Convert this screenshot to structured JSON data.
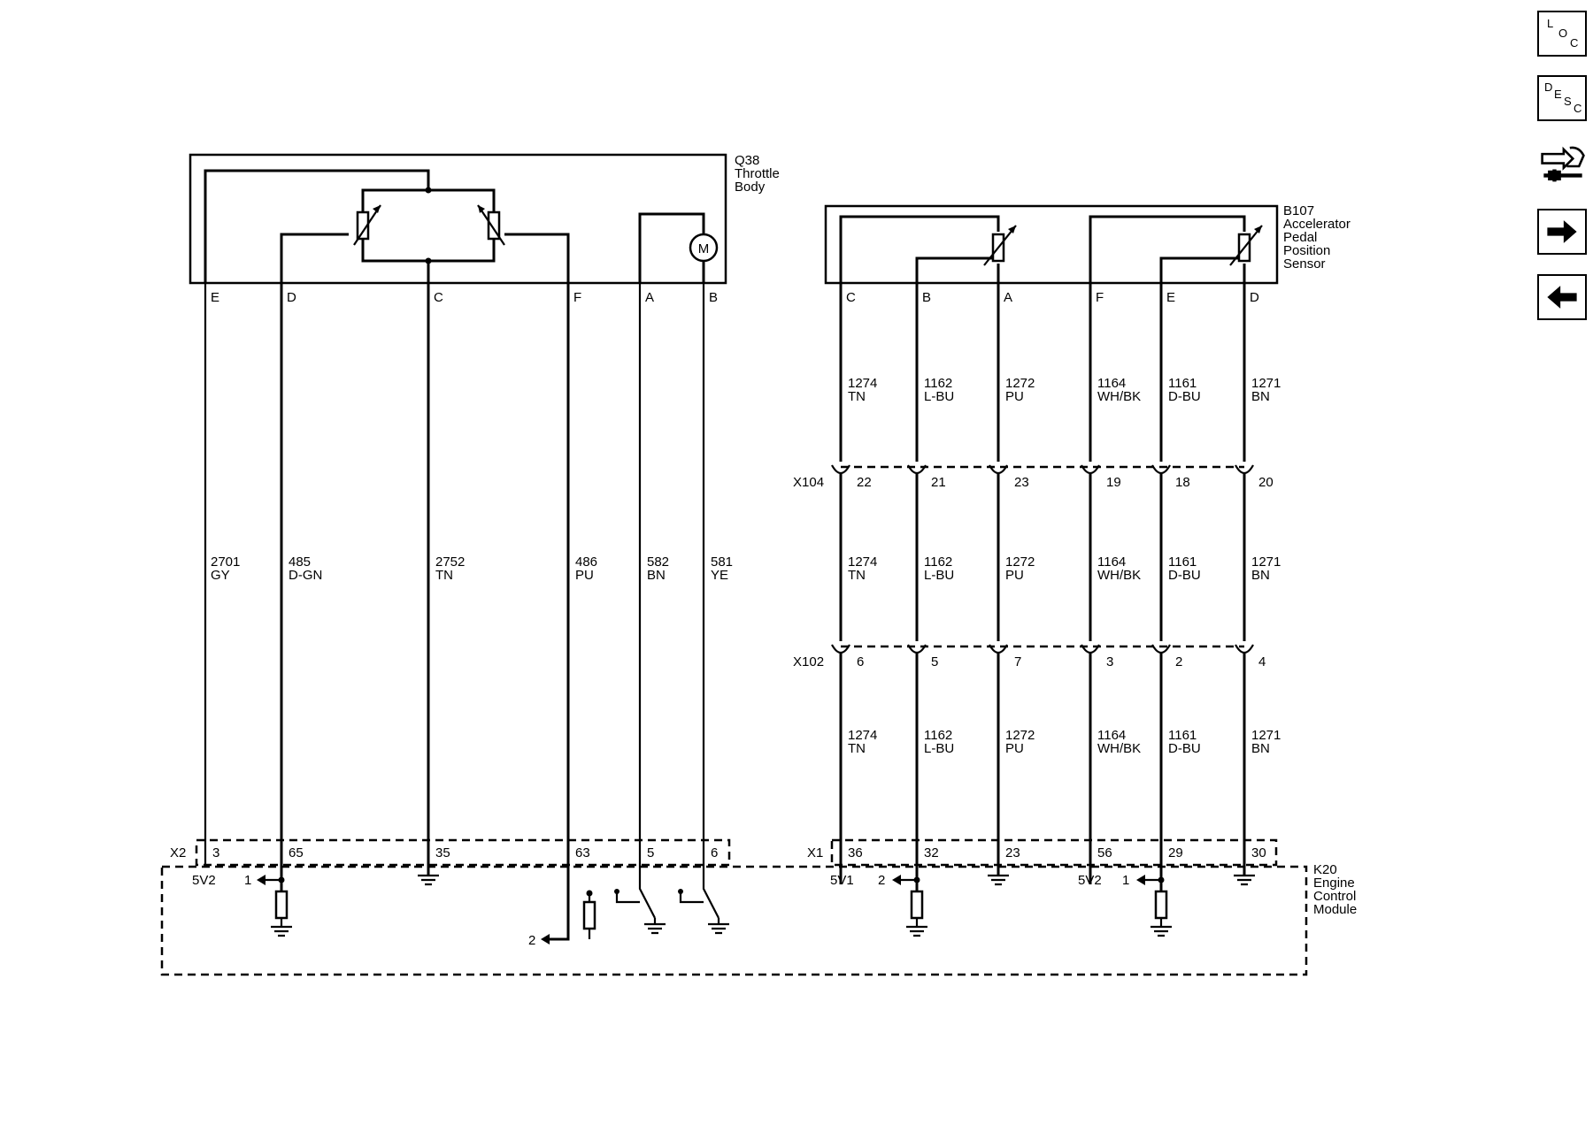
{
  "nav": {
    "loc": [
      "L",
      "O",
      "C"
    ],
    "desc": [
      "D",
      "E",
      "S",
      "C"
    ]
  },
  "components": {
    "throttle_body": {
      "ref": "Q38",
      "name_lines": [
        "Throttle",
        "Body"
      ]
    },
    "app_sensor": {
      "ref": "B107",
      "name_lines": [
        "Accelerator",
        "Pedal",
        "Position",
        "Sensor"
      ]
    },
    "ecm": {
      "ref": "K20",
      "name_lines": [
        "Engine",
        "Control",
        "Module"
      ]
    },
    "motor_symbol": "M"
  },
  "throttle": {
    "pins": [
      "E",
      "D",
      "C",
      "F",
      "A",
      "B"
    ],
    "wires": [
      {
        "circuit": "2701",
        "color": "GY"
      },
      {
        "circuit": "485",
        "color": "D-GN"
      },
      {
        "circuit": "2752",
        "color": "TN"
      },
      {
        "circuit": "486",
        "color": "PU"
      },
      {
        "circuit": "582",
        "color": "BN"
      },
      {
        "circuit": "581",
        "color": "YE"
      }
    ],
    "ecm_connector": "X2",
    "ecm_pins": [
      "3",
      "65",
      "35",
      "63",
      "5",
      "6"
    ],
    "ref_5v": "5V2",
    "sig1": "1",
    "sig2": "2"
  },
  "pedal": {
    "pins": [
      "C",
      "B",
      "A",
      "F",
      "E",
      "D"
    ],
    "wires": [
      {
        "circuit": "1274",
        "color": "TN"
      },
      {
        "circuit": "1162",
        "color": "L-BU"
      },
      {
        "circuit": "1272",
        "color": "PU"
      },
      {
        "circuit": "1164",
        "color": "WH/BK"
      },
      {
        "circuit": "1161",
        "color": "D-BU"
      },
      {
        "circuit": "1271",
        "color": "BN"
      }
    ],
    "connector_x104": {
      "name": "X104",
      "pins": [
        "22",
        "21",
        "23",
        "19",
        "18",
        "20"
      ]
    },
    "connector_x102": {
      "name": "X102",
      "pins": [
        "6",
        "5",
        "7",
        "3",
        "2",
        "4"
      ]
    },
    "ecm_connector": "X1",
    "ecm_pins": [
      "36",
      "32",
      "23",
      "56",
      "29",
      "30"
    ],
    "ref_5v1": "5V1",
    "ref_5v2": "5V2",
    "sig2": "2",
    "sig1": "1"
  }
}
